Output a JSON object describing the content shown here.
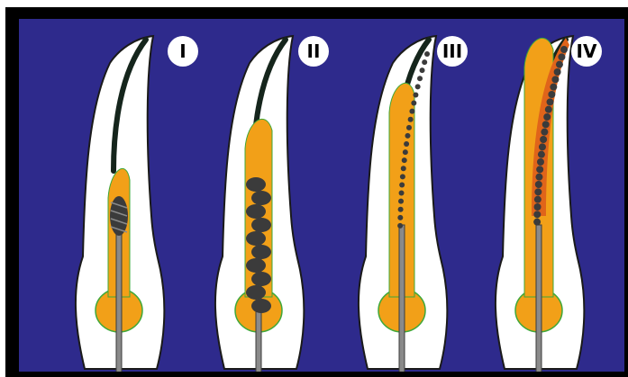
{
  "colors": {
    "background": "#2e2a8c",
    "frame": "#000000",
    "tooth": "#ffffff",
    "tooth_outline": "#1a1a1a",
    "canal_dark": "#15251c",
    "filling": "#f2a018",
    "filling_deep": "#e0641a",
    "pulp_outline": "#3fa83a",
    "instrument": "#3b3b3b",
    "instrument_light": "#8a8a8a",
    "label_circle": "#ffffff",
    "label_text": "#000000"
  },
  "stages": [
    {
      "label": "I",
      "instrument": "large-drill-bit-icon",
      "apical_filling": false
    },
    {
      "label": "II",
      "instrument": "spiral-drill-icon",
      "apical_filling": false
    },
    {
      "label": "III",
      "instrument": "thin-file-icon",
      "apical_filling": false
    },
    {
      "label": "IV",
      "instrument": "reamer-file-icon",
      "apical_filling": true
    }
  ]
}
